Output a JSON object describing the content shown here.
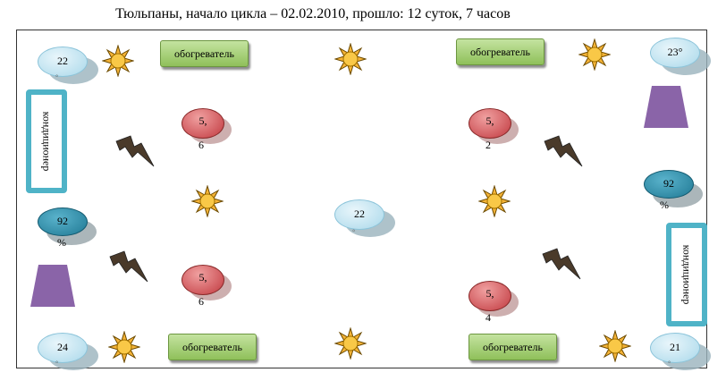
{
  "title": "Тюльпаны, начало цикла – 02.02.2010, прошло: 12 суток, 7 часов",
  "heaters": [
    {
      "label": "обогреватель"
    },
    {
      "label": "обогреватель"
    },
    {
      "label": "обогреватель"
    },
    {
      "label": "обогреватель"
    }
  ],
  "conditioners": [
    {
      "label": "кондиционер"
    },
    {
      "label": "кондиционер"
    }
  ],
  "temperature_sensors": [
    {
      "value": "22",
      "unit": "°"
    },
    {
      "value": "23°",
      "unit": ""
    },
    {
      "value": "22",
      "unit": "°"
    },
    {
      "value": "24",
      "unit": "°"
    },
    {
      "value": "21",
      "unit": "°"
    }
  ],
  "humidity_sensors": [
    {
      "value": "92",
      "unit": "%"
    },
    {
      "value": "92",
      "unit": "%"
    }
  ],
  "plant_sensors": [
    {
      "value": "5,",
      "sub": "6"
    },
    {
      "value": "5,",
      "sub": "2"
    },
    {
      "value": "5,",
      "sub": "6"
    },
    {
      "value": "5,",
      "sub": "4"
    }
  ],
  "colors": {
    "heater": "#a6d177",
    "conditioner_border": "#4fb3c7",
    "temperature": "#bfe3f0",
    "humidity": "#2a8aa6",
    "plant": "#cc4a50",
    "sun": "#f6b437",
    "trapezoid": "#8a64a8"
  }
}
